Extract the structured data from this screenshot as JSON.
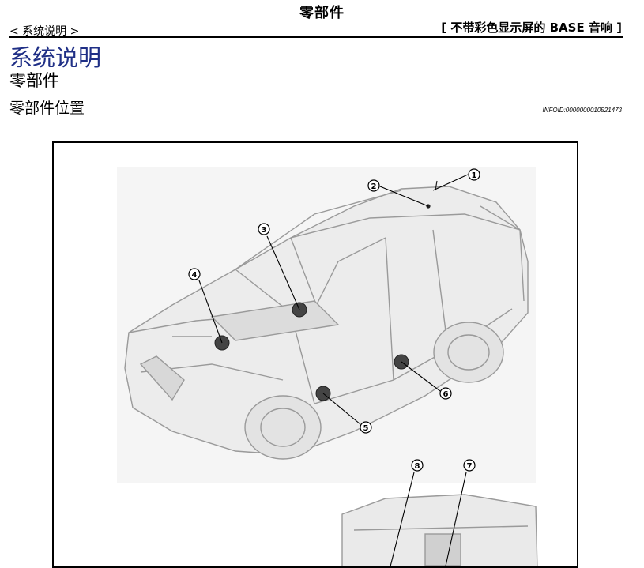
{
  "header": {
    "title": "零部件",
    "breadcrumb": "< 系统说明 >",
    "variant": "[ 不带彩色显示屏的 BASE 音响 ]"
  },
  "section": {
    "title": "系统说明",
    "subtitle": "零部件",
    "subsubtitle": "零部件位置",
    "info_id": "INFOID:0000000010521473"
  },
  "figure": {
    "callouts": [
      "①",
      "②",
      "③",
      "④",
      "⑤",
      "⑥",
      "⑦",
      "⑧"
    ]
  }
}
